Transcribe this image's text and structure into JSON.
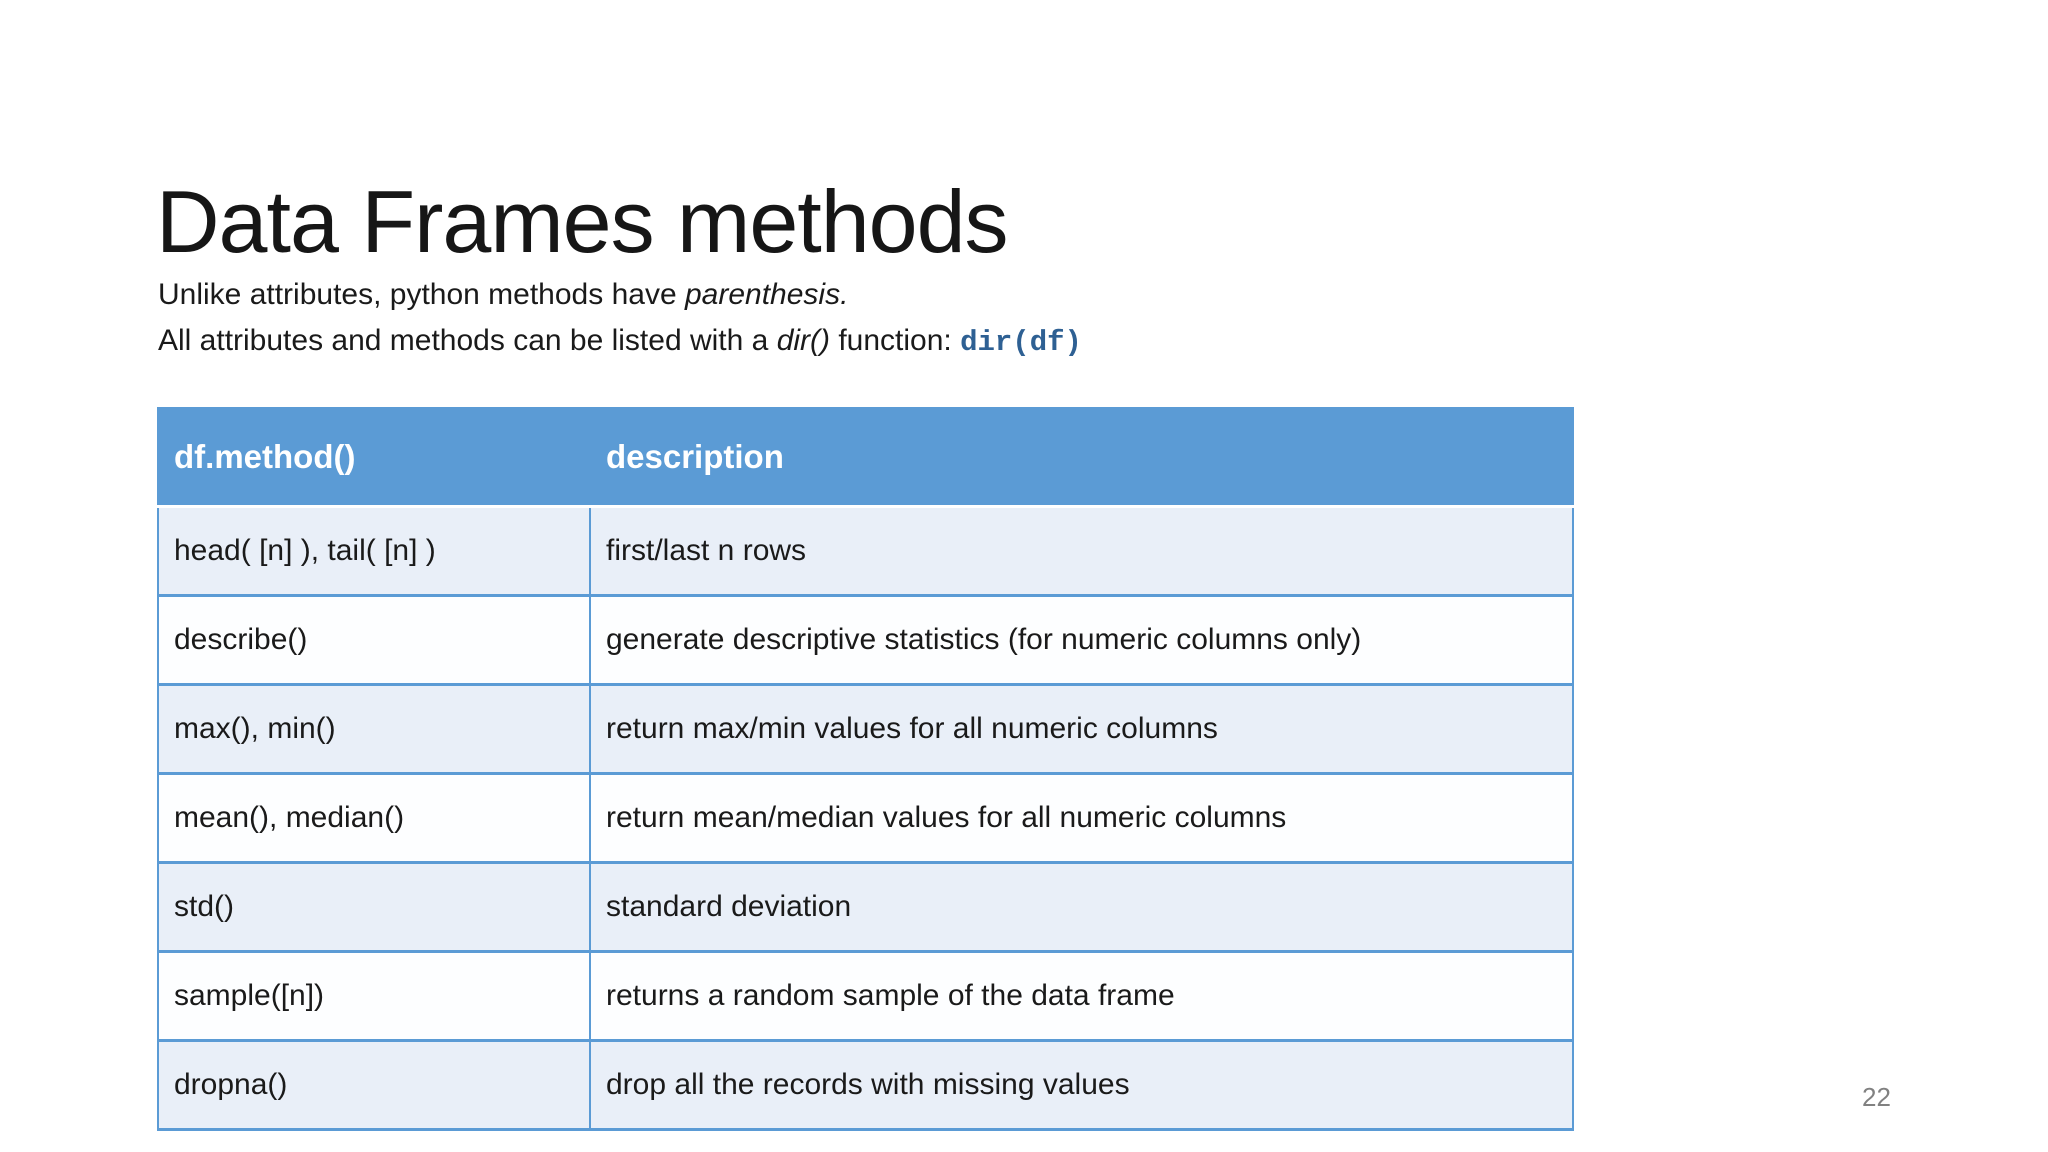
{
  "slide": {
    "title": "Data Frames methods",
    "page_number": "22"
  },
  "intro": {
    "line1": {
      "prefix": "Unlike attributes, python methods have ",
      "italic": "parenthesis."
    },
    "line2": {
      "prefix": "All attributes and methods can be listed with a ",
      "italic": "dir()",
      "middle": " function: ",
      "code": "dir(df)"
    }
  },
  "table": {
    "headers": {
      "method": "df.method()",
      "description": "description"
    },
    "rows": [
      {
        "method": "head( [n] ), tail( [n] )",
        "description": "first/last n rows"
      },
      {
        "method": "describe()",
        "description": "generate descriptive statistics (for numeric columns only)"
      },
      {
        "method": "max(), min()",
        "description": "return max/min values for all numeric columns"
      },
      {
        "method": "mean(), median()",
        "description": "return mean/median values for all numeric columns"
      },
      {
        "method": "std()",
        "description": "standard deviation"
      },
      {
        "method": "sample([n])",
        "description": "returns a random sample of the data frame"
      },
      {
        "method": "dropna()",
        "description": "drop all the records with missing values"
      }
    ]
  },
  "colors": {
    "header_bg": "#5b9bd5",
    "band_row_bg": "#e9eff8",
    "plain_row_bg": "#fdfeff",
    "table_border": "#5b9bd5",
    "code_text": "#2e6093",
    "body_text": "#1a1a1a",
    "page_number_text": "#818181"
  }
}
